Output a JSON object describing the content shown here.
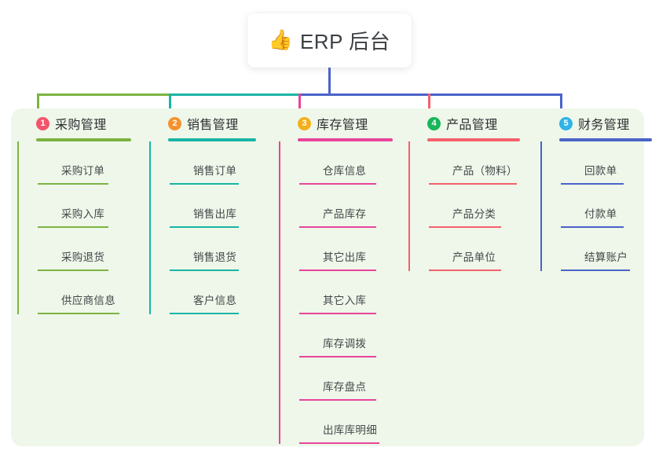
{
  "title": {
    "icon": "thumbs-up-icon",
    "emoji": "👍",
    "text": "ERP 后台"
  },
  "panel": {
    "background": "#eef7e9"
  },
  "bus": {
    "colors": {
      "segment_1": "#7cb342",
      "segment_2": "#19b5a5",
      "segment_3": "#e8449b",
      "segment_4": "#f4606c",
      "segment_5": "#4a63c8",
      "stem": "#4a63c8"
    }
  },
  "columns": [
    {
      "number": "1",
      "title": "采购管理",
      "badge_color": "#f2556b",
      "line_color": "#7cb342",
      "head_rule_width": 121,
      "items": [
        {
          "label": "采购订单",
          "rule_width": 90
        },
        {
          "label": "采购入库",
          "rule_width": 90
        },
        {
          "label": "采购退货",
          "rule_width": 90
        },
        {
          "label": "供应商信息",
          "rule_width": 104
        }
      ]
    },
    {
      "number": "2",
      "title": "销售管理",
      "badge_color": "#f5922f",
      "line_color": "#19b5a5",
      "head_rule_width": 112,
      "items": [
        {
          "label": "销售订单",
          "rule_width": 88
        },
        {
          "label": "销售出库",
          "rule_width": 88
        },
        {
          "label": "销售退货",
          "rule_width": 88
        },
        {
          "label": "客户信息",
          "rule_width": 88
        }
      ]
    },
    {
      "number": "3",
      "title": "库存管理",
      "badge_color": "#f2b01e",
      "line_color": "#e8449b",
      "head_rule_width": 121,
      "items": [
        {
          "label": "仓库信息",
          "rule_width": 98
        },
        {
          "label": "产品库存",
          "rule_width": 98
        },
        {
          "label": "其它出库",
          "rule_width": 98
        },
        {
          "label": "其它入库",
          "rule_width": 98
        },
        {
          "label": "库存调拨",
          "rule_width": 98
        },
        {
          "label": "库存盘点",
          "rule_width": 98
        },
        {
          "label": "出库库明细",
          "rule_width": 102
        }
      ]
    },
    {
      "number": "4",
      "title": "产品管理",
      "badge_color": "#17b65a",
      "line_color": "#f4606c",
      "head_rule_width": 118,
      "items": [
        {
          "label": "产品（物料）",
          "rule_width": 112
        },
        {
          "label": "产品分类",
          "rule_width": 92
        },
        {
          "label": "产品单位",
          "rule_width": 92
        }
      ]
    },
    {
      "number": "5",
      "title": "财务管理",
      "badge_color": "#2fb3e8",
      "line_color": "#4a63c8",
      "head_rule_width": 118,
      "items": [
        {
          "label": "回款单",
          "rule_width": 80
        },
        {
          "label": "付款单",
          "rule_width": 80
        },
        {
          "label": "结算账户",
          "rule_width": 88
        }
      ]
    }
  ]
}
